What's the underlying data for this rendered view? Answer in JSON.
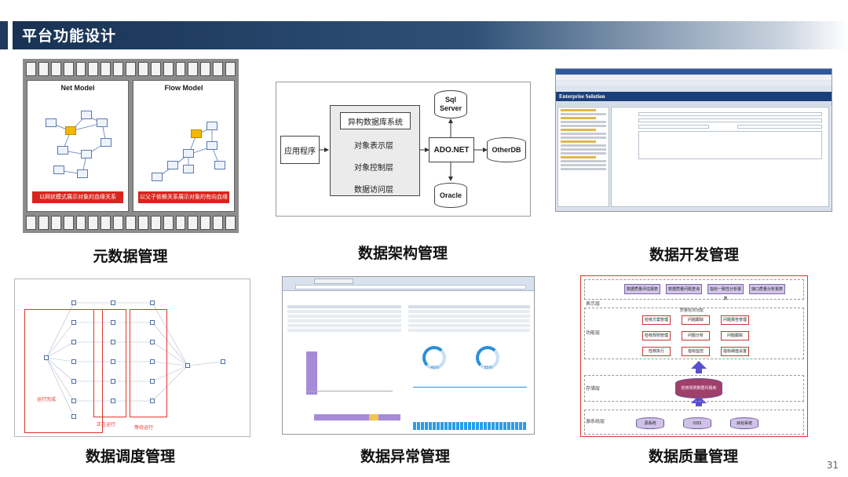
{
  "header": {
    "title": "平台功能设计"
  },
  "page_number": "31",
  "tiles": {
    "meta": {
      "caption": "元数据管理",
      "net_title": "Net Model",
      "flow_title": "Flow Model",
      "net_banner": "以网状模式展示对象的血缘关系",
      "flow_banner": "以父子依赖关系展示对象的有向血缘关系"
    },
    "architecture": {
      "caption": "数据架构管理",
      "app": "应用程序",
      "hetero": "异构数据库系统",
      "layer1": "对象表示层",
      "layer2": "对象控制层",
      "layer3": "数据访问层",
      "ado": "ADO.NET",
      "sql": "Sql Server",
      "other": "OtherDB",
      "oracle": "Oracle"
    },
    "development": {
      "caption": "数据开发管理",
      "window_title": "Enterprise Solution"
    },
    "scheduling": {
      "caption": "数据调度管理",
      "label_done": "运行完成",
      "label_running": "正在运行",
      "label_waiting": "等待运行"
    },
    "anomaly": {
      "caption": "数据异常管理",
      "gauge1": "40%",
      "gauge2": "35%"
    },
    "quality": {
      "caption": "数据质量管理",
      "layer_display": "表示层",
      "layer_function": "功能层",
      "layer_storage": "存储层",
      "layer_source": "源系统层",
      "top_boxes": [
        "数据质量评估报表",
        "数据质量问题查询",
        "指标一致性分析报表",
        "接口质量分析报表"
      ],
      "platform": "质量检测功能",
      "func_boxes": [
        "检核方案管理",
        "问题跟踪",
        "问题报告管理",
        "检核规则管理",
        "问题分析",
        "问题跟踪",
        "检核执行",
        "指标监控",
        "指标阈值设置"
      ],
      "storage_db": "检核规则数据问题库",
      "sources": [
        "源系统",
        "ODS",
        "目标系统"
      ]
    }
  }
}
